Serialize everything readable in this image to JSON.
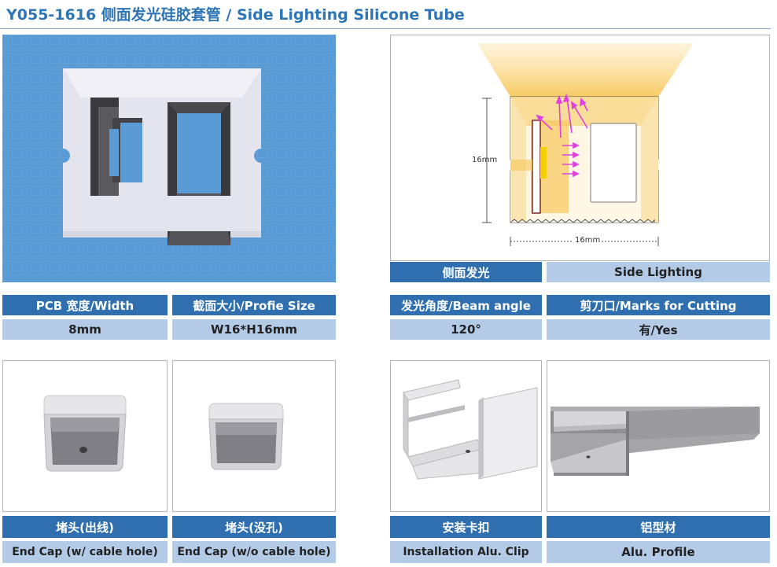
{
  "title": "Y055-1616 侧面发光硅胶套管 / Side Lighting Silicone Tube",
  "colors": {
    "accent": "#2e75b6",
    "header_dark": "#2f6fb0",
    "header_light": "#b4cbe8",
    "cross_section_bg": "#5b9bd5",
    "light_glow": "#f8c75a"
  },
  "diagram": {
    "height_label": "16mm",
    "width_label": "16mm"
  },
  "side_lighting": {
    "cn": "侧面发光",
    "en": "Side Lighting"
  },
  "specs": {
    "pcb_width": {
      "label": "PCB 宽度/Width",
      "value": "8mm"
    },
    "profile_size": {
      "label": "截面大小/Profie Size",
      "value": "W16*H16mm"
    },
    "beam_angle": {
      "label": "发光角度/Beam angle",
      "value": "120°"
    },
    "marks_cutting": {
      "label": "剪刀口/Marks for Cutting",
      "value": "有/Yes"
    }
  },
  "accessories": [
    {
      "cn": "堵头(出线)",
      "en": "End Cap (w/ cable hole)",
      "icon": "end-cap-with-hole-icon"
    },
    {
      "cn": "堵头(没孔)",
      "en": "End Cap (w/o cable hole)",
      "icon": "end-cap-no-hole-icon"
    },
    {
      "cn": "安装卡扣",
      "en": "Installation Alu. Clip",
      "icon": "alu-clip-icon"
    },
    {
      "cn": "铝型材",
      "en": "Alu. Profile",
      "icon": "alu-profile-icon"
    }
  ]
}
